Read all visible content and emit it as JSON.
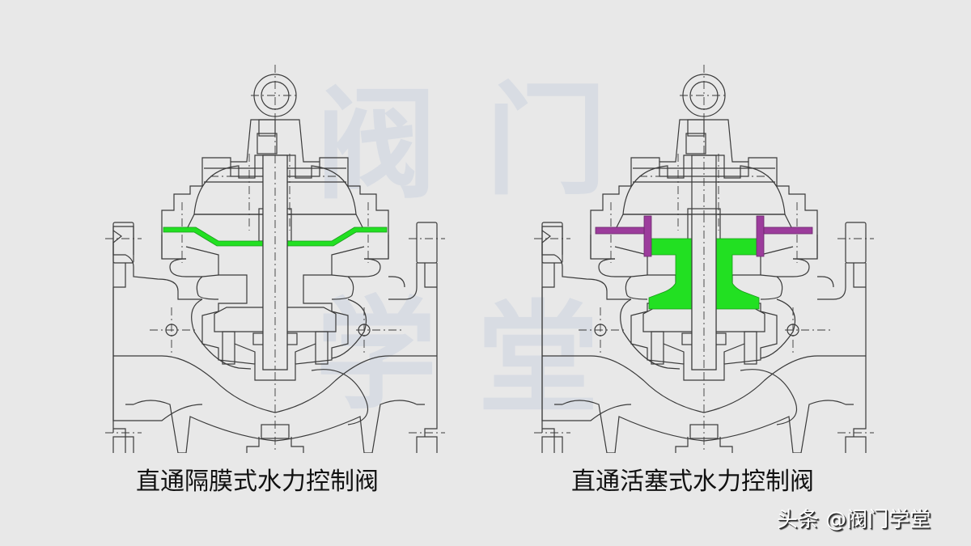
{
  "figure": {
    "background": "#e8e8e8",
    "line_color": "#3a3a3a",
    "watermark": {
      "characters": [
        "阀",
        "门",
        "学",
        "堂"
      ],
      "color": "#d6dbe3"
    },
    "valves": [
      {
        "id": "left",
        "caption": "直通隔膜式水力控制阀",
        "type": "diaphragm",
        "highlights": [
          {
            "part": "diaphragm",
            "color": "#22e022"
          }
        ]
      },
      {
        "id": "right",
        "caption": "直通活塞式水力控制阀",
        "type": "piston",
        "highlights": [
          {
            "part": "piston",
            "color": "#22e022"
          },
          {
            "part": "cylinder-liner",
            "color": "#9c3c9c"
          }
        ]
      }
    ]
  },
  "footer": {
    "brand": "头条 @阀门学堂"
  }
}
